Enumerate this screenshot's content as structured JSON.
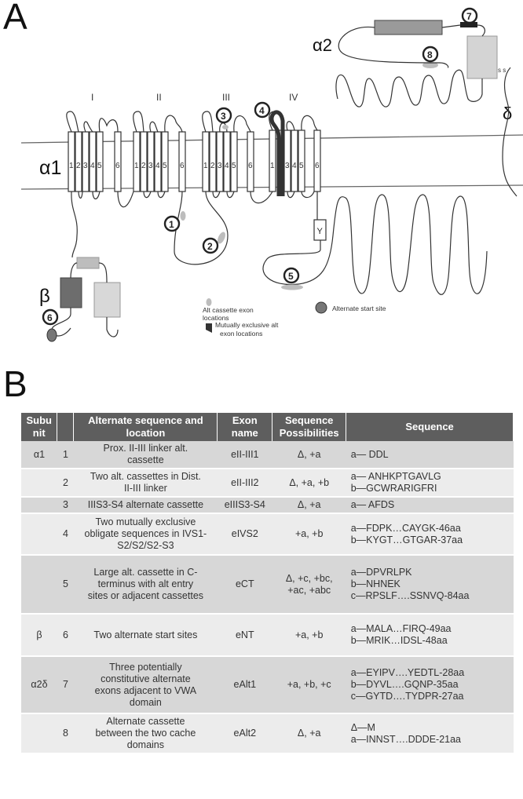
{
  "panel_a": {
    "letter": "A",
    "alpha1_label": "α1",
    "alpha2_label": "α2",
    "delta_label": "δ",
    "beta_label": "β",
    "domain_labels": [
      "I",
      "II",
      "III",
      "IV"
    ],
    "helix_numbers": [
      "1",
      "2",
      "3",
      "4",
      "5",
      "6"
    ],
    "site_numbers": [
      "1",
      "2",
      "3",
      "4",
      "5",
      "6",
      "7",
      "8"
    ],
    "y_box": "Y",
    "ss_label": "s s",
    "legend": {
      "alt_cassette": "Alt cassette exon locations",
      "alt_cassette_line1": "Alt cassette exon",
      "alt_cassette_line2": "locations",
      "mutually_exclusive_line1": "Mutually exclusive alt",
      "mutually_exclusive_line2": "exon locations",
      "alternate_start": "Alternate start site"
    },
    "colors": {
      "cassette": "#bdbdbd",
      "mutually_exclusive": "#333333",
      "start_site": "#777777",
      "membrane": "#666666"
    }
  },
  "panel_b": {
    "letter": "B",
    "headers": [
      "Subu nit",
      "",
      "Alternate sequence and location",
      "Exon name",
      "Sequence Possibilities",
      "Sequence"
    ],
    "header_lines": {
      "subunit": [
        "Subu",
        "nit"
      ],
      "location": [
        "Alternate sequence and",
        "location"
      ],
      "exon": [
        "Exon",
        "name"
      ],
      "possibilities": [
        "Sequence",
        "Possibilities"
      ],
      "sequence": [
        "Sequence"
      ]
    },
    "rows": [
      {
        "subunit": "α1",
        "num": "1",
        "location": [
          "Prox. II-III linker alt.",
          "cassette"
        ],
        "exon": "eII-III1",
        "poss": [
          "Δ, +a"
        ],
        "seq": [
          "a— DDL"
        ]
      },
      {
        "subunit": "",
        "num": "2",
        "location": [
          "Two alt. cassettes in Dist.",
          "II-III linker"
        ],
        "exon": "eII-III2",
        "poss": [
          "Δ, +a, +b"
        ],
        "seq": [
          "a— ANHKPTGAVLG",
          "b—GCWRARIGFRI"
        ]
      },
      {
        "subunit": "",
        "num": "3",
        "location": [
          "IIIS3-S4 alternate cassette"
        ],
        "exon": "eIIIS3-S4",
        "poss": [
          "Δ, +a"
        ],
        "seq": [
          "a— AFDS"
        ]
      },
      {
        "subunit": "",
        "num": "4",
        "location": [
          "Two mutually exclusive",
          "obligate sequences in IVS1-",
          "S2/S2/S2-S3"
        ],
        "exon": "eIVS2",
        "poss": [
          "+a, +b"
        ],
        "seq": [
          "a—FDPK…CAYGK-46aa",
          "b—KYGT…GTGAR-37aa"
        ]
      },
      {
        "subunit": "",
        "num": "5",
        "location": [
          "Large alt. cassette in C-",
          "terminus with alt entry",
          "sites or adjacent cassettes"
        ],
        "exon": "eCT",
        "poss": [
          "Δ, +c, +bc,",
          "+ac, +abc"
        ],
        "seq": [
          "a—DPVRLPK",
          "b—NHNEK",
          "c—RPSLF….SSNVQ-84aa"
        ]
      },
      {
        "subunit": "β",
        "num": "6",
        "location": [
          "Two alternate start sites"
        ],
        "exon": "eNT",
        "poss": [
          "+a, +b"
        ],
        "seq": [
          "a—MALA…FIRQ-49aa",
          "b—MRIK…IDSL-48aa"
        ]
      },
      {
        "subunit": "α2δ",
        "num": "7",
        "location": [
          "Three potentially",
          "constitutive alternate",
          "exons adjacent to VWA",
          "domain"
        ],
        "exon": "eAlt1",
        "poss": [
          "+a, +b, +c"
        ],
        "seq": [
          "a—EYIPV….YEDTL-28aa",
          "b—DYVL….GQNP-35aa",
          "c—GYTD….TYDPR-27aa"
        ]
      },
      {
        "subunit": "",
        "num": "8",
        "location": [
          "Alternate cassette",
          "between the two cache",
          "domains"
        ],
        "exon": "eAlt2",
        "poss": [
          "Δ, +a"
        ],
        "seq": [
          "Δ—M",
          "a—INNST….DDDE-21aa"
        ]
      }
    ]
  }
}
